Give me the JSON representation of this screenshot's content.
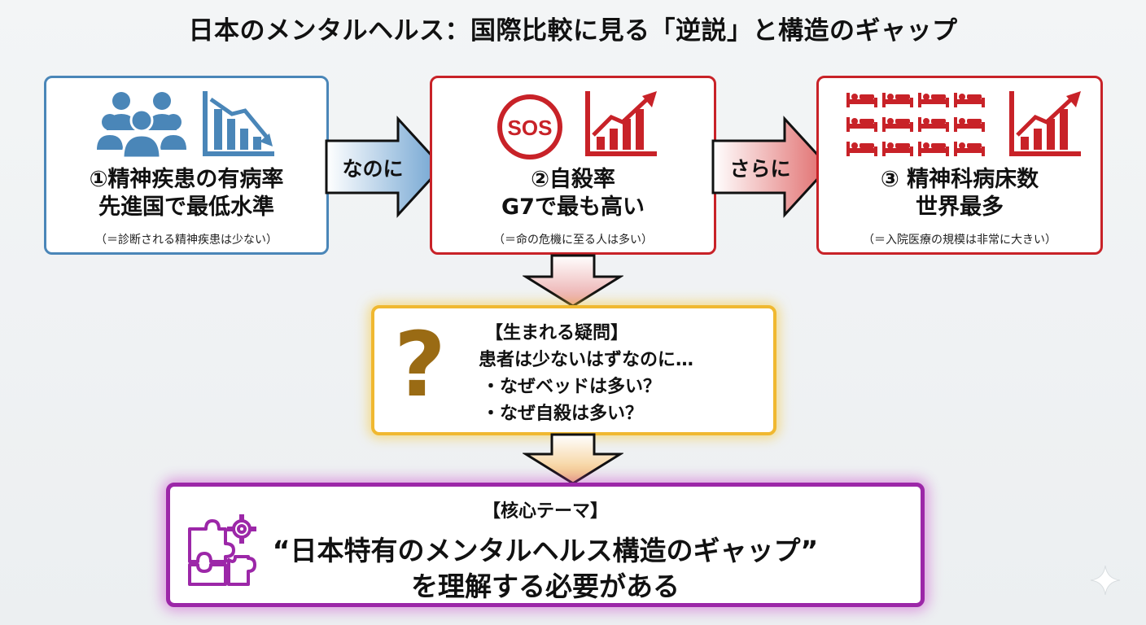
{
  "title": "日本のメンタルヘルス：国際比較に見る「逆説」と構造のギャップ",
  "boxes": {
    "prevalence": {
      "line1": "①精神疾患の有病率",
      "line2": "先進国で最低水準",
      "note": "（＝診断される精神疾患は少ない）"
    },
    "suicide": {
      "line1": "②自殺率",
      "line2": "G7で最も高い",
      "note": "（＝命の危機に至る人は多い）",
      "sos_label": "SOS"
    },
    "beds": {
      "line1": "③ 精神科病床数",
      "line2": "世界最多",
      "note": "（＝入院医療の規模は非常に大きい）"
    }
  },
  "connectors": {
    "first": "なのに",
    "second": "さらに"
  },
  "question": {
    "heading": "【生まれる疑問】",
    "line1": "患者は少ないはずなのに…",
    "line2": "・なぜベッドは多い？",
    "line3": "・なぜ自殺は多い？",
    "mark": "?"
  },
  "core": {
    "heading": "【核心テーマ】",
    "line1": "“日本特有のメンタルヘルス構造のギャップ”",
    "line2": "を理解する必要がある"
  },
  "icons": {
    "people": "people-group-icon",
    "decline_chart": "declining-chart-icon",
    "sos": "sos-icon",
    "rise_chart": "rising-chart-icon",
    "beds": "hospital-beds-icon",
    "question": "question-mark-icon",
    "puzzle": "puzzle-gear-icon",
    "sparkle": "sparkle-icon"
  },
  "colors": {
    "blue": "#4a86b8",
    "red": "#c82228",
    "gold": "#f0b830",
    "purple": "#9c27a8",
    "question_mark": "#9a6b14"
  }
}
